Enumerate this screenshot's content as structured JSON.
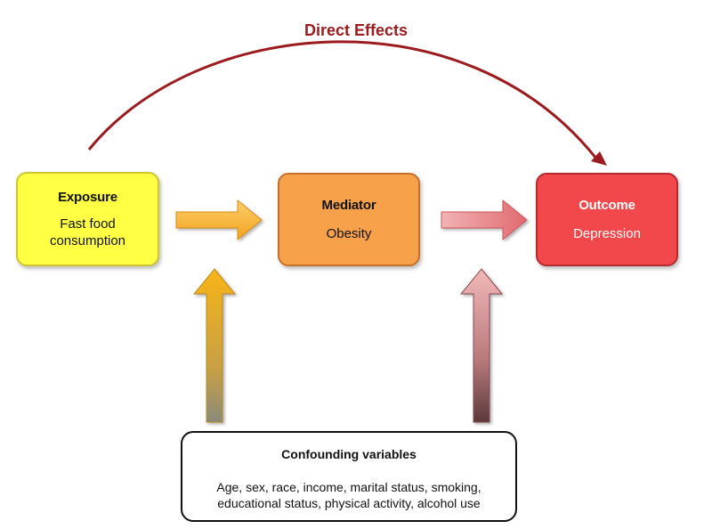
{
  "direct_effects_label": "Direct Effects",
  "exposure": {
    "title": "Exposure",
    "text": "Fast food consumption"
  },
  "mediator": {
    "title": "Mediator",
    "text": "Obesity"
  },
  "outcome": {
    "title": "Outcome",
    "text": "Depression"
  },
  "confounders": {
    "title": "Confounding variables",
    "line1": "Age, sex, race, income, marital status, smoking,",
    "line2": "educational status, physical activity, alcohol use"
  },
  "colors": {
    "exposure_fill": "#ffff44",
    "mediator_fill": "#f7a24a",
    "outcome_fill": "#f2474b",
    "direct_effects_arrow": "#9b1b1e",
    "arrow_orange": "#f5a623",
    "arrow_pink": "#e7898d"
  }
}
